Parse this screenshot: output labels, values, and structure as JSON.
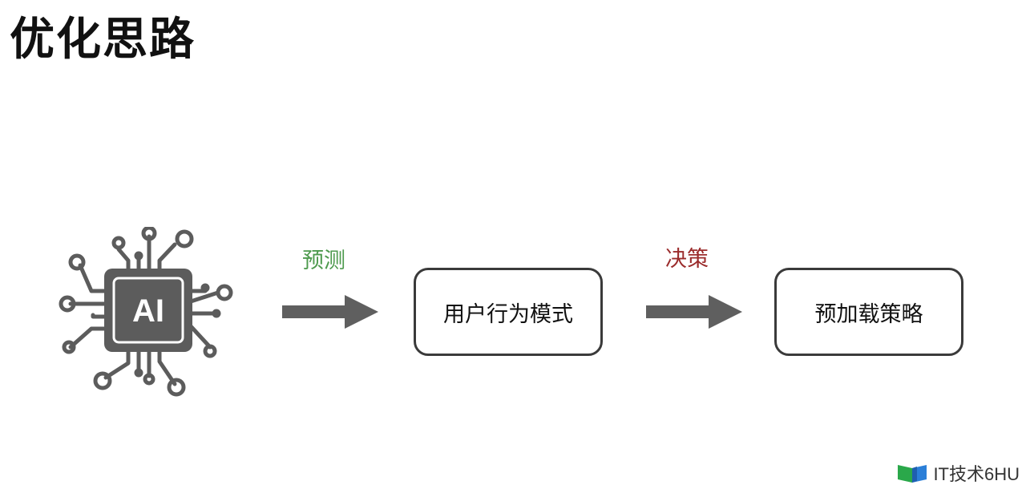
{
  "page": {
    "title": "优化思路"
  },
  "diagram": {
    "source": {
      "icon": "ai-chip-icon",
      "label": "AI"
    },
    "edges": [
      {
        "label": "预测",
        "color": "#4e9a4e"
      },
      {
        "label": "决策",
        "color": "#9b2c2c"
      }
    ],
    "nodes": [
      {
        "label": "用户行为模式"
      },
      {
        "label": "预加载策略"
      }
    ],
    "arrow_color": "#5f5f5f",
    "icon_color": "#5c5c5c"
  },
  "watermark": {
    "text": "IT技术6HU",
    "icon": "it-logo-icon"
  }
}
